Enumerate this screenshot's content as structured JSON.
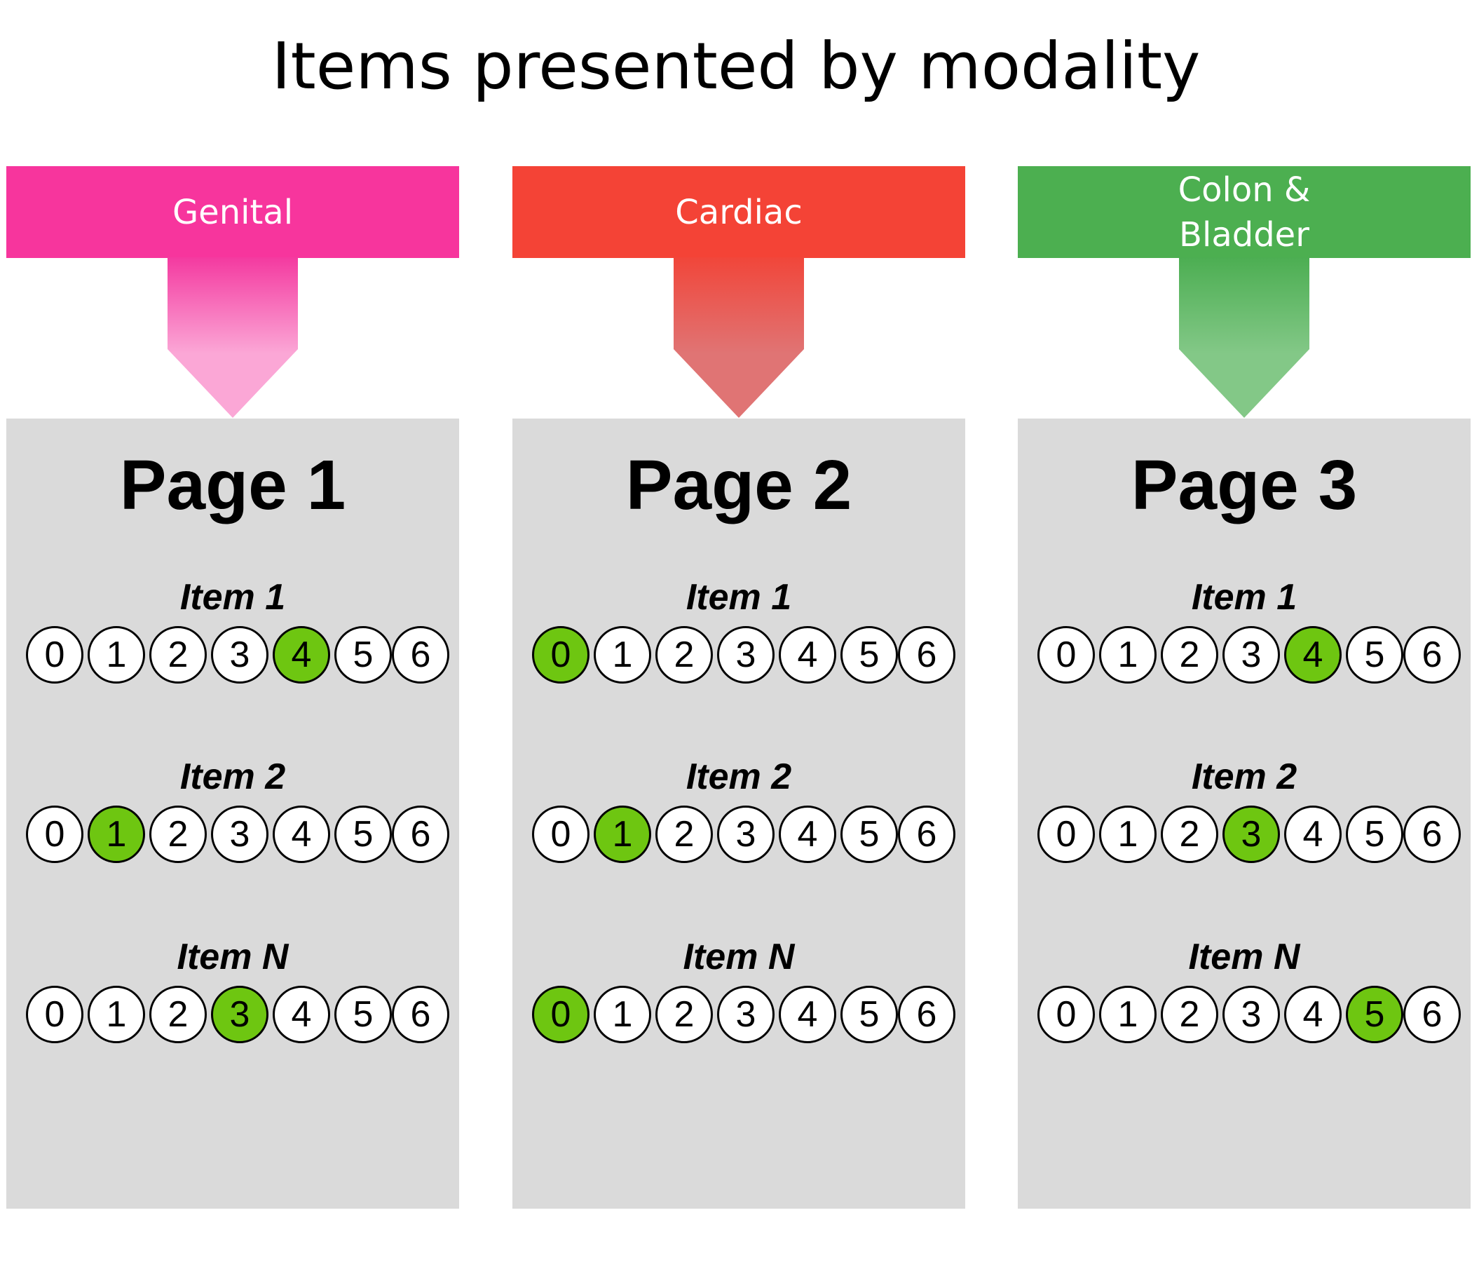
{
  "title": "Items presented by modality",
  "columns": [
    {
      "modality": "Genital",
      "color": "#f7359d",
      "arrow_top_color": "#f43aa0",
      "arrow_bottom_color": "#fba7d6",
      "page_title": "Page 1",
      "items": [
        {
          "label": "Item 1",
          "selected": 4
        },
        {
          "label": "Item 2",
          "selected": 1
        },
        {
          "label": "Item N",
          "selected": 3
        }
      ]
    },
    {
      "modality": "Cardiac",
      "color": "#f44336",
      "arrow_top_color": "#f1463a",
      "arrow_bottom_color": "#e07474",
      "page_title": "Page 2",
      "items": [
        {
          "label": "Item 1",
          "selected": 0
        },
        {
          "label": "Item 2",
          "selected": 1
        },
        {
          "label": "Item N",
          "selected": 0
        }
      ]
    },
    {
      "modality": "Colon &\nBladder",
      "color": "#4caf50",
      "arrow_top_color": "#4cae52",
      "arrow_bottom_color": "#83c887",
      "page_title": "Page 3",
      "items": [
        {
          "label": "Item 1",
          "selected": 4
        },
        {
          "label": "Item 2",
          "selected": 3
        },
        {
          "label": "Item N",
          "selected": 5
        }
      ]
    }
  ],
  "scale_options": [
    "0",
    "1",
    "2",
    "3",
    "4",
    "5",
    "6"
  ],
  "selected_color": "#6ec611"
}
